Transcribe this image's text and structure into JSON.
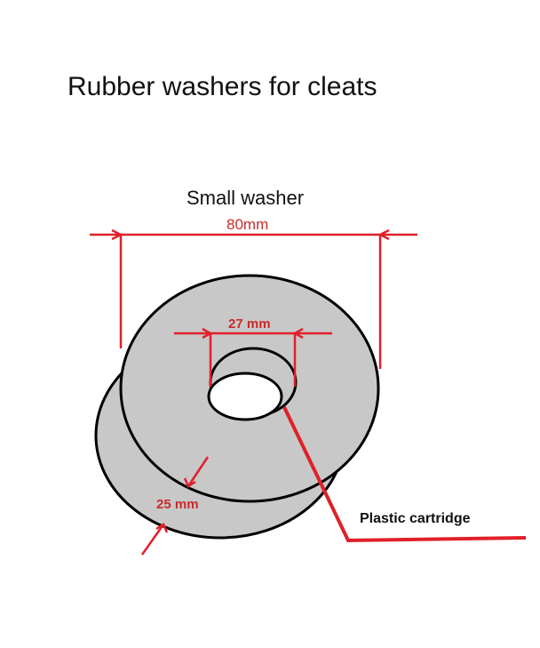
{
  "title": "Rubber washers for cleats",
  "washer_label": "Small washer",
  "dimensions": {
    "outer_diameter": "80mm",
    "inner_diameter": "27 mm",
    "thickness": "25 mm"
  },
  "callout": "Plastic cartridge",
  "colors": {
    "washer_fill": "#c8c8c8",
    "outline": "#000000",
    "dimension_red": "#e0202a",
    "dimension_text": "#cc2a2a"
  }
}
